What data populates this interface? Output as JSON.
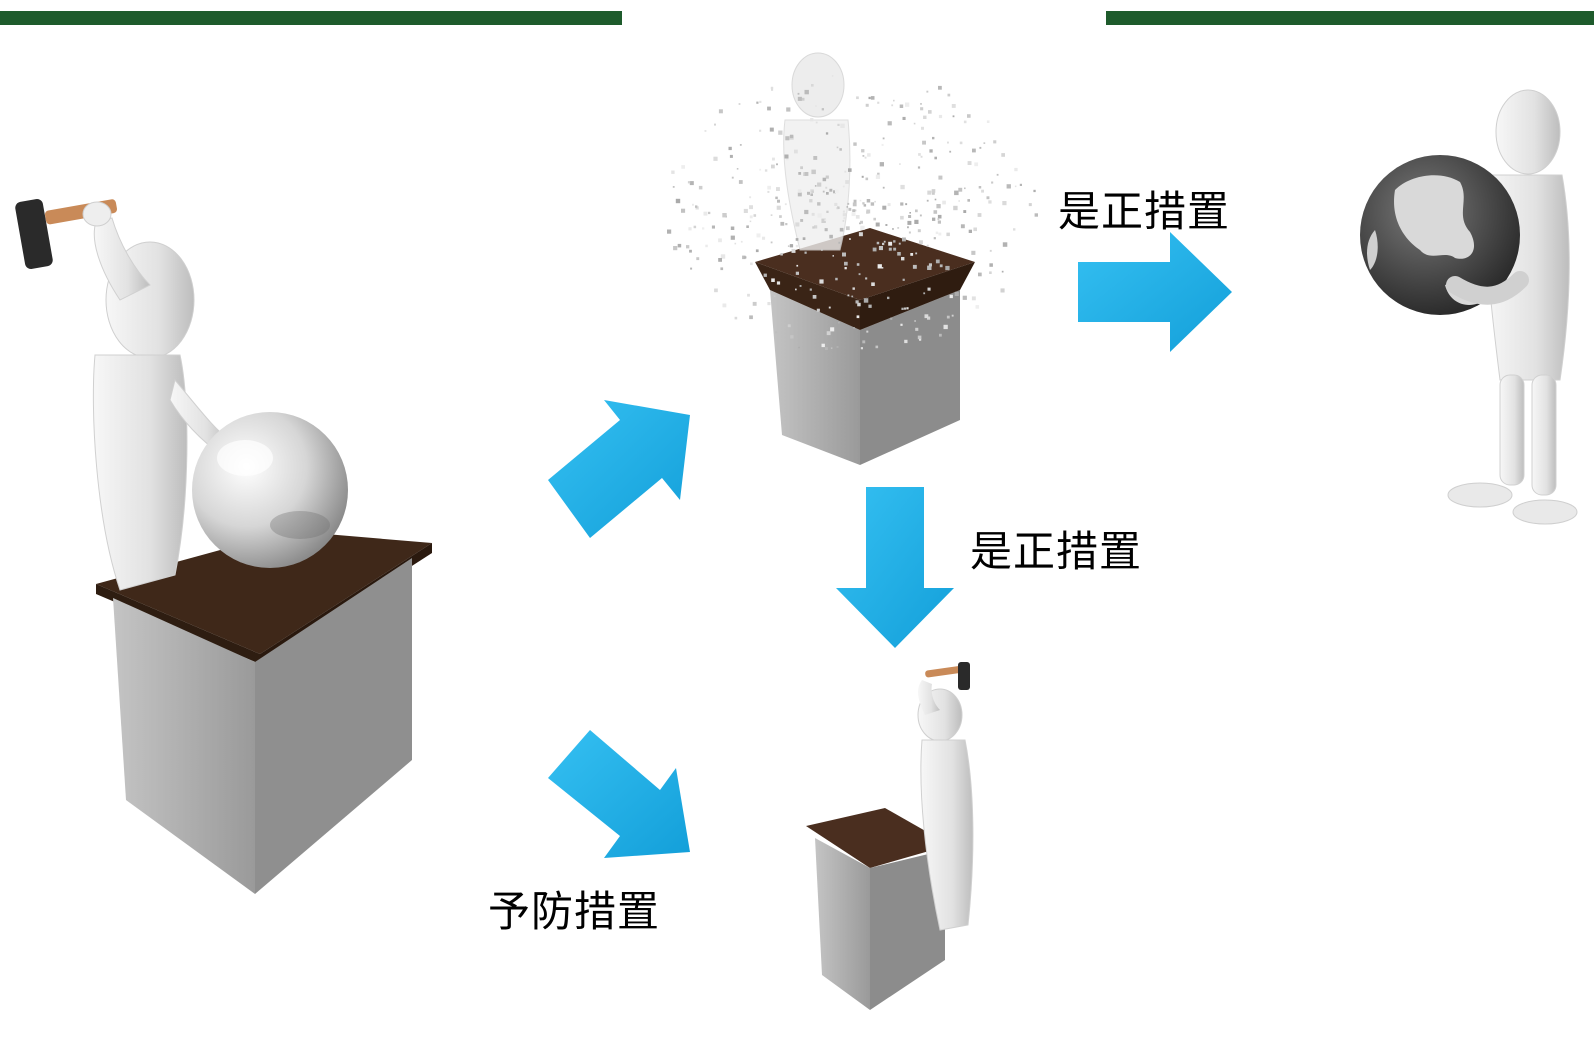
{
  "labels": {
    "corrective_right": "是正措置",
    "corrective_down": "是正措置",
    "preventive": "予防措置"
  },
  "colors": {
    "header_bar": "#1e5b2c",
    "arrow": "#1db2ec",
    "desk_top": "#4a2e1f",
    "desk_body": "#a7a7a7",
    "figure": "#e8e8e8",
    "globe": "#3a3a3a"
  },
  "icons": [
    "hammer-icon",
    "crystal-ball-icon",
    "globe-icon",
    "shatter-particles"
  ]
}
